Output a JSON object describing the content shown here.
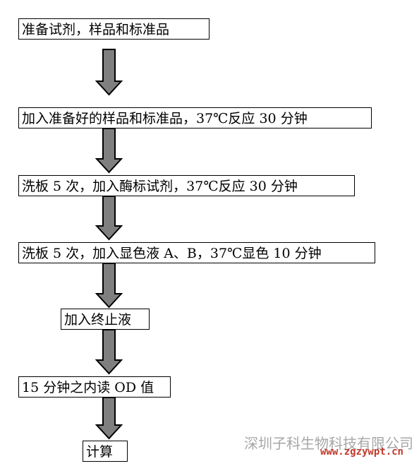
{
  "steps": [
    "准备试剂，样品和标准品",
    "加入准备好的样品和标准品，37℃反应 30 分钟",
    "洗板 5 次，加入酶标试剂，37℃反应 30 分钟",
    "洗板 5 次，加入显色液 A、B，37℃显色 10 分钟",
    "加入终止液",
    "15 分钟之内读 OD 值",
    "计算"
  ],
  "watermark": {
    "company": "深圳子科生物科技有限公司",
    "url": "www.zgzywpt.cn"
  },
  "colors": {
    "arrow_fill": "#7f7f7f",
    "border": "#000000"
  }
}
